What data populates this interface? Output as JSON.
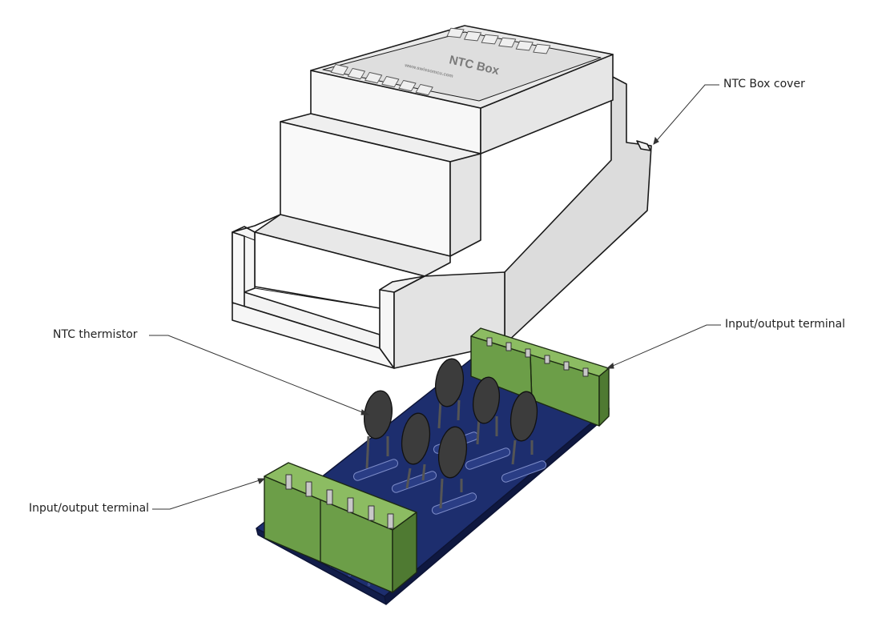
{
  "diagram": {
    "labels": {
      "cover": "NTC Box cover",
      "thermistor": "NTC thermistor",
      "terminal_right": "Input/output terminal",
      "terminal_left": "Input/output terminal"
    },
    "cover_lid": {
      "title": "NTC Box",
      "subtitle": "www.swissomcu.com"
    },
    "pcb": {
      "pin_numbers": [
        "1",
        "2",
        "3",
        "4",
        "5",
        "6"
      ]
    },
    "colors": {
      "cover": "#f4f4f4",
      "pcb": "#18275e",
      "terminal": "#6c9e48",
      "thermistor": "#3c3c3c"
    }
  }
}
